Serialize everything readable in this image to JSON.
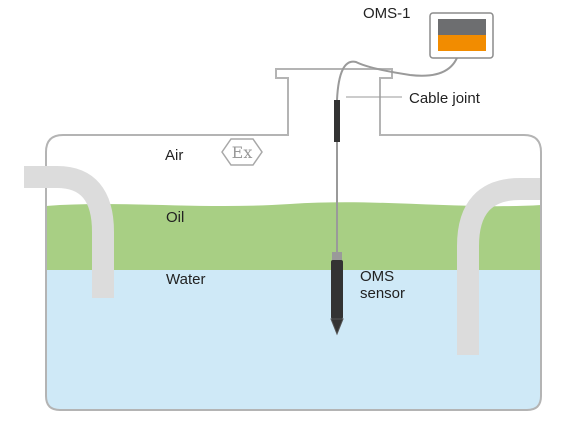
{
  "device": {
    "label": "OMS-1",
    "display_top_color": "#6d6e70",
    "display_bottom_color": "#f28c00"
  },
  "labels": {
    "cable_joint": "Cable joint",
    "air": "Air",
    "oil": "Oil",
    "water": "Water",
    "sensor_line1": "OMS",
    "sensor_line2": "sensor",
    "ex_mark": "Ex"
  },
  "colors": {
    "tank_outline": "#b4b4b4",
    "oil": "#a8cf84",
    "water": "#cfe9f7",
    "pipe": "#dcdcdc",
    "cable": "#9a9a9a",
    "sensor_body": "#333333"
  },
  "icons": [
    "explosion-proof-icon",
    "oms-display-icon",
    "sensor-probe-icon"
  ]
}
